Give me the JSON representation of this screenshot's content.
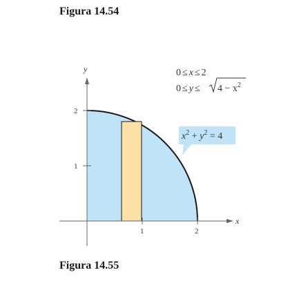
{
  "captions": {
    "top": "Figura 14.54",
    "bottom": "Figura 14.55"
  },
  "axes": {
    "x_label": "x",
    "y_label": "y",
    "x_ticks": [
      "1",
      "2"
    ],
    "y_ticks": [
      "1",
      "2"
    ]
  },
  "bounds": {
    "line1": {
      "lo": "0",
      "rel": "≤",
      "var": "x",
      "hi": "2"
    },
    "line2": {
      "lo": "0",
      "rel": "≤",
      "var": "y",
      "radicand": "4 − x",
      "exp": "2"
    }
  },
  "curve_label": {
    "x": "x",
    "y": "y",
    "exp": "2",
    "plus": " + ",
    "eq": " = 4"
  },
  "colors": {
    "region_fill": "#bfe3f7",
    "rect_fill": "#fde0a3",
    "curve": "#1a1a1a",
    "label_box": "#bfe3f7",
    "axis": "#666666"
  }
}
